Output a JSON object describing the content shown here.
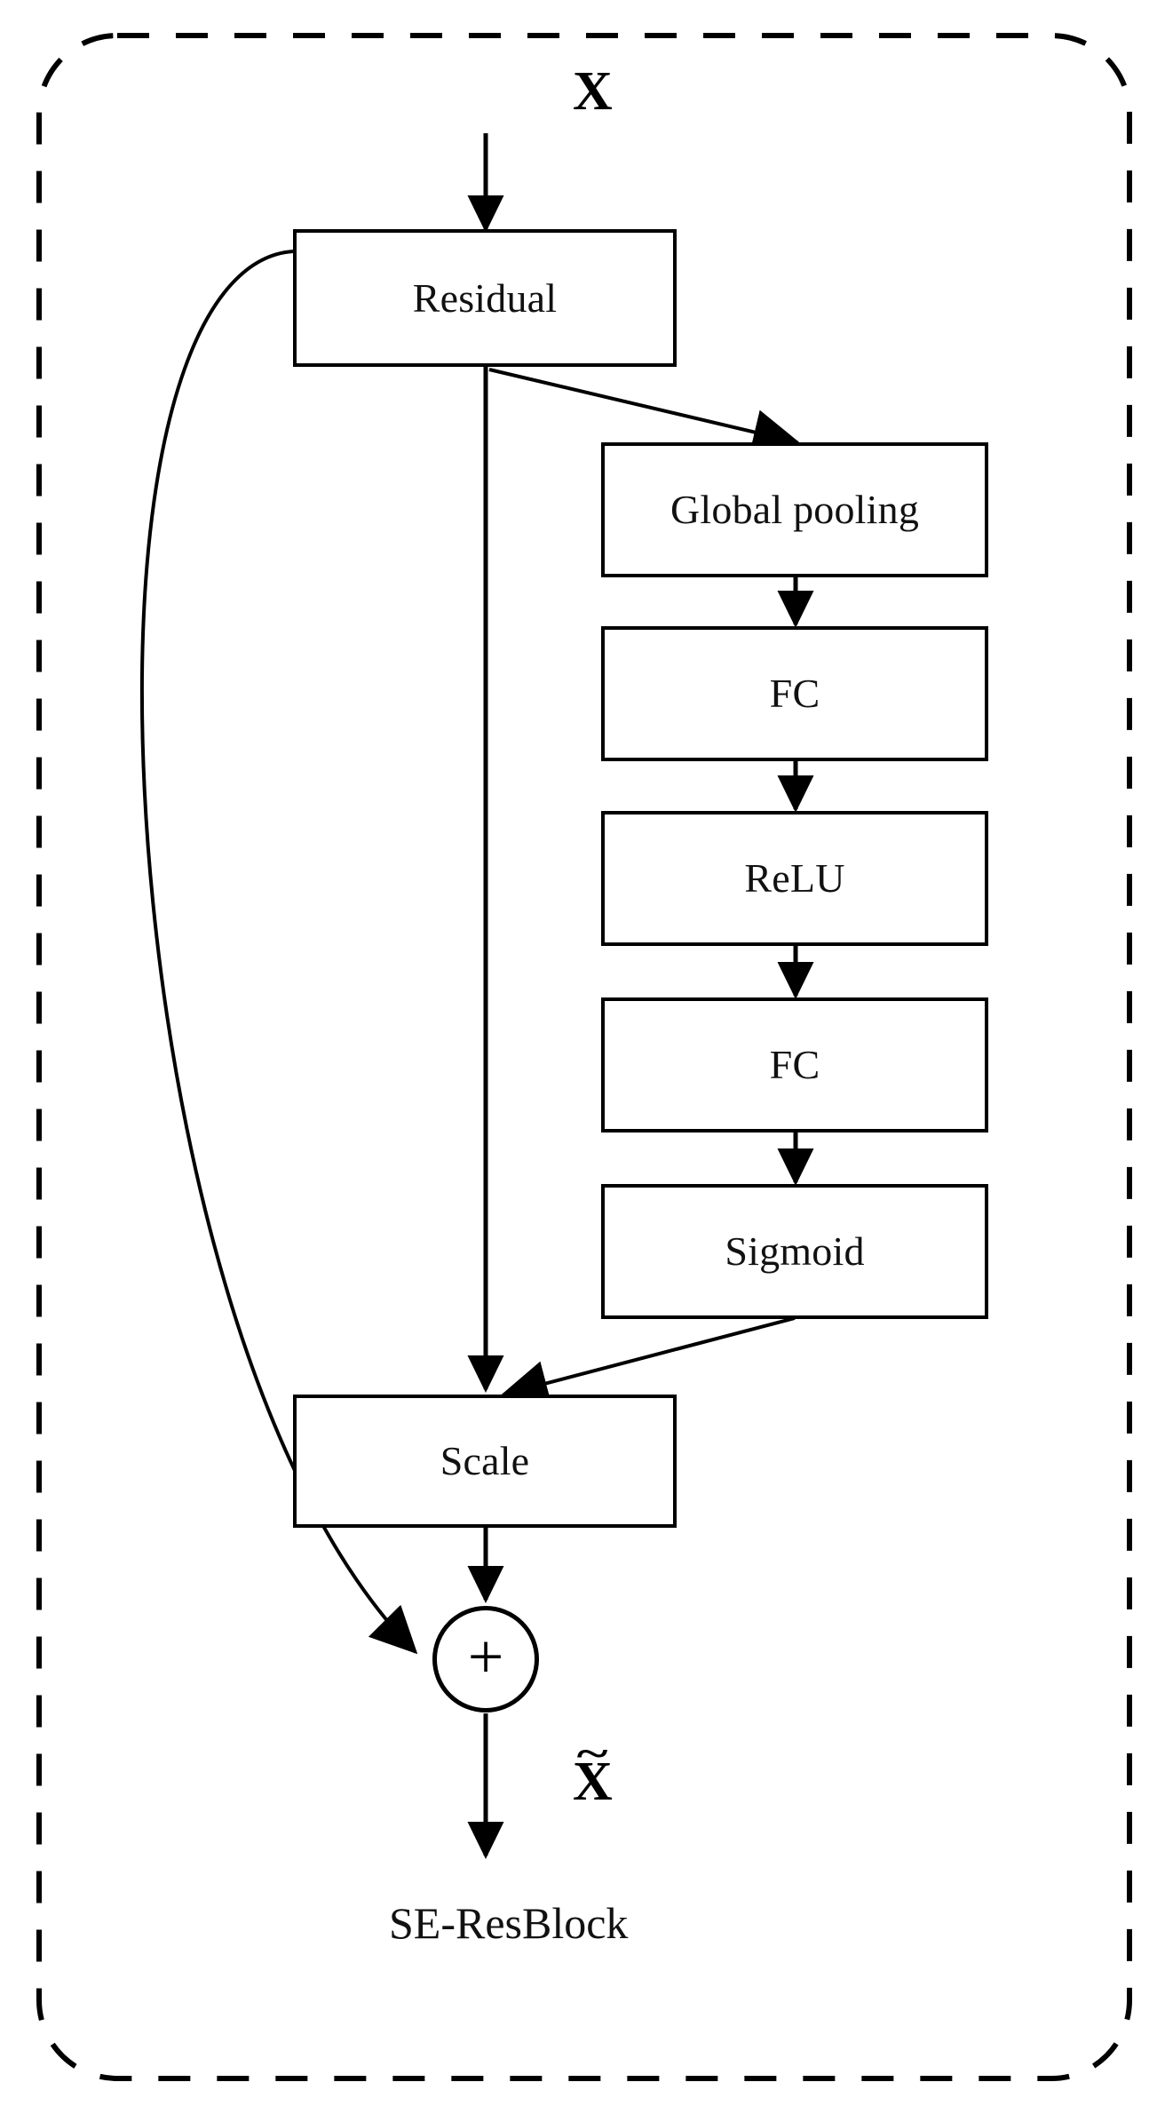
{
  "diagram": {
    "title": "SE-ResBlock",
    "caption": "SE-ResBlock",
    "input_label": "X",
    "output_label": "X",
    "output_label_accent": "~",
    "sum_symbol": "+",
    "container": {
      "style": "dashed-rounded-rectangle",
      "color": "#000000"
    },
    "stroke_color": "#000000",
    "fill_color": "#ffffff",
    "nodes": [
      {
        "id": "residual",
        "label": "Residual"
      },
      {
        "id": "global-pooling",
        "label": "Global pooling"
      },
      {
        "id": "fc-1",
        "label": "FC"
      },
      {
        "id": "relu",
        "label": "ReLU"
      },
      {
        "id": "fc-2",
        "label": "FC"
      },
      {
        "id": "sigmoid",
        "label": "Sigmoid"
      },
      {
        "id": "scale",
        "label": "Scale"
      },
      {
        "id": "sum",
        "label": "+"
      }
    ],
    "edges": [
      {
        "from": "input",
        "to": "residual",
        "kind": "straight-arrow"
      },
      {
        "from": "residual",
        "to": "global-pooling",
        "kind": "diagonal-arrow"
      },
      {
        "from": "global-pooling",
        "to": "fc-1",
        "kind": "straight-arrow"
      },
      {
        "from": "fc-1",
        "to": "relu",
        "kind": "straight-arrow"
      },
      {
        "from": "relu",
        "to": "fc-2",
        "kind": "straight-arrow"
      },
      {
        "from": "fc-2",
        "to": "sigmoid",
        "kind": "straight-arrow"
      },
      {
        "from": "sigmoid",
        "to": "scale",
        "kind": "diagonal-arrow"
      },
      {
        "from": "residual",
        "to": "scale",
        "kind": "straight-arrow"
      },
      {
        "from": "residual",
        "to": "sum",
        "kind": "curved-skip-arrow"
      },
      {
        "from": "scale",
        "to": "sum",
        "kind": "straight-arrow"
      },
      {
        "from": "sum",
        "to": "output",
        "kind": "straight-arrow"
      }
    ]
  }
}
